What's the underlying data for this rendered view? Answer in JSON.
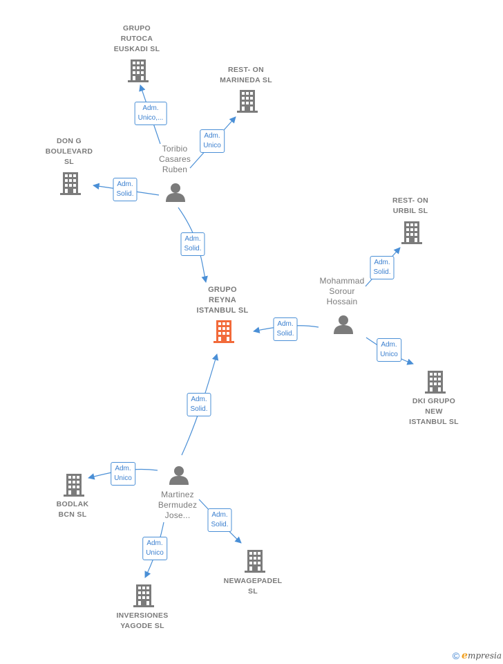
{
  "colors": {
    "node_gray": "#7b7b7b",
    "focus_orange": "#f26a3a",
    "edge_blue": "#4a8fd6",
    "label_gray": "#7a7a7a"
  },
  "nodes": [
    {
      "id": "grupo-rutoca",
      "type": "company",
      "lines": [
        "GRUPO",
        "RUTOCA",
        "EUSKADI  SL"
      ]
    },
    {
      "id": "rest-on-marineda",
      "type": "company",
      "lines": [
        "REST- ON",
        "MARINEDA  SL"
      ]
    },
    {
      "id": "don-g-boulevard",
      "type": "company",
      "lines": [
        "DON G",
        "BOULEVARD",
        "SL"
      ]
    },
    {
      "id": "toribio",
      "type": "person",
      "lines": [
        "Toribio",
        "Casares",
        "Ruben"
      ]
    },
    {
      "id": "rest-on-urbil",
      "type": "company",
      "lines": [
        "REST- ON",
        "URBIL  SL"
      ]
    },
    {
      "id": "mohammad",
      "type": "person",
      "lines": [
        "Mohammad",
        "Sorour",
        "Hossain"
      ]
    },
    {
      "id": "grupo-reyna",
      "type": "focus",
      "lines": [
        "GRUPO",
        "REYNA",
        "ISTANBUL  SL"
      ]
    },
    {
      "id": "dki-grupo",
      "type": "company",
      "lines": [
        "DKI GRUPO",
        "NEW",
        "ISTANBUL  SL"
      ]
    },
    {
      "id": "bodlak",
      "type": "company",
      "lines": [
        "BODLAK",
        "BCN  SL"
      ]
    },
    {
      "id": "martinez",
      "type": "person",
      "lines": [
        "Martinez",
        "Bermudez",
        "Jose..."
      ]
    },
    {
      "id": "newagepadel",
      "type": "company",
      "lines": [
        "NEWAGEPADEL",
        "SL"
      ]
    },
    {
      "id": "inversiones",
      "type": "company",
      "lines": [
        "INVERSIONES",
        "YAGODE  SL"
      ]
    }
  ],
  "edges": [
    {
      "id": "e1",
      "label": [
        "Adm.",
        "Unico,..."
      ]
    },
    {
      "id": "e2",
      "label": [
        "Adm.",
        "Unico"
      ]
    },
    {
      "id": "e3",
      "label": [
        "Adm.",
        "Solid."
      ]
    },
    {
      "id": "e4",
      "label": [
        "Adm.",
        "Solid."
      ]
    },
    {
      "id": "e5",
      "label": [
        "Adm.",
        "Solid."
      ]
    },
    {
      "id": "e6",
      "label": [
        "Adm.",
        "Solid."
      ]
    },
    {
      "id": "e7",
      "label": [
        "Adm.",
        "Unico"
      ]
    },
    {
      "id": "e8",
      "label": [
        "Adm.",
        "Solid."
      ]
    },
    {
      "id": "e9",
      "label": [
        "Adm.",
        "Unico"
      ]
    },
    {
      "id": "e10",
      "label": [
        "Adm.",
        "Solid."
      ]
    },
    {
      "id": "e11",
      "label": [
        "Adm.",
        "Unico"
      ]
    }
  ],
  "footer": {
    "copyright": "©",
    "brand_initial": "e",
    "brand_rest": "mpresia"
  }
}
